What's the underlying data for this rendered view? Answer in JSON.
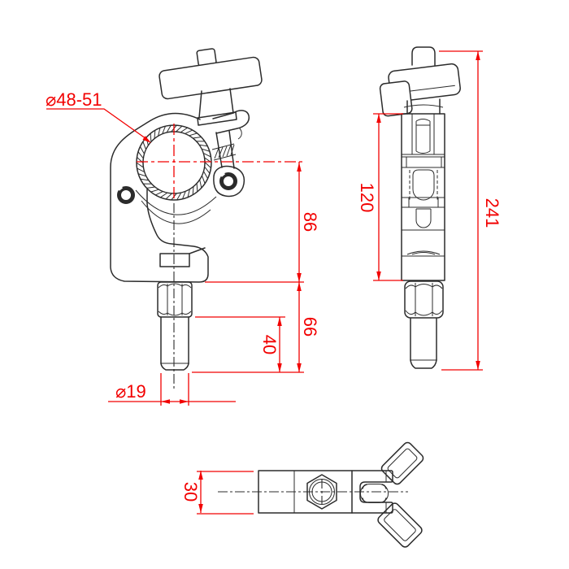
{
  "drawing": {
    "background": "#ffffff",
    "line_color": "#2b2b2b",
    "dimension_color": "#f20000",
    "views": {
      "front": "front-view",
      "side": "side-view",
      "bottom": "bottom-view"
    },
    "dimensions": {
      "bore": "⌀48-51",
      "center_to_base": "86",
      "base_to_stud_end": "66",
      "stud_length": "40",
      "stud_diameter": "⌀19",
      "clamp_height": "120",
      "overall_height": "241",
      "body_width": "30"
    }
  }
}
